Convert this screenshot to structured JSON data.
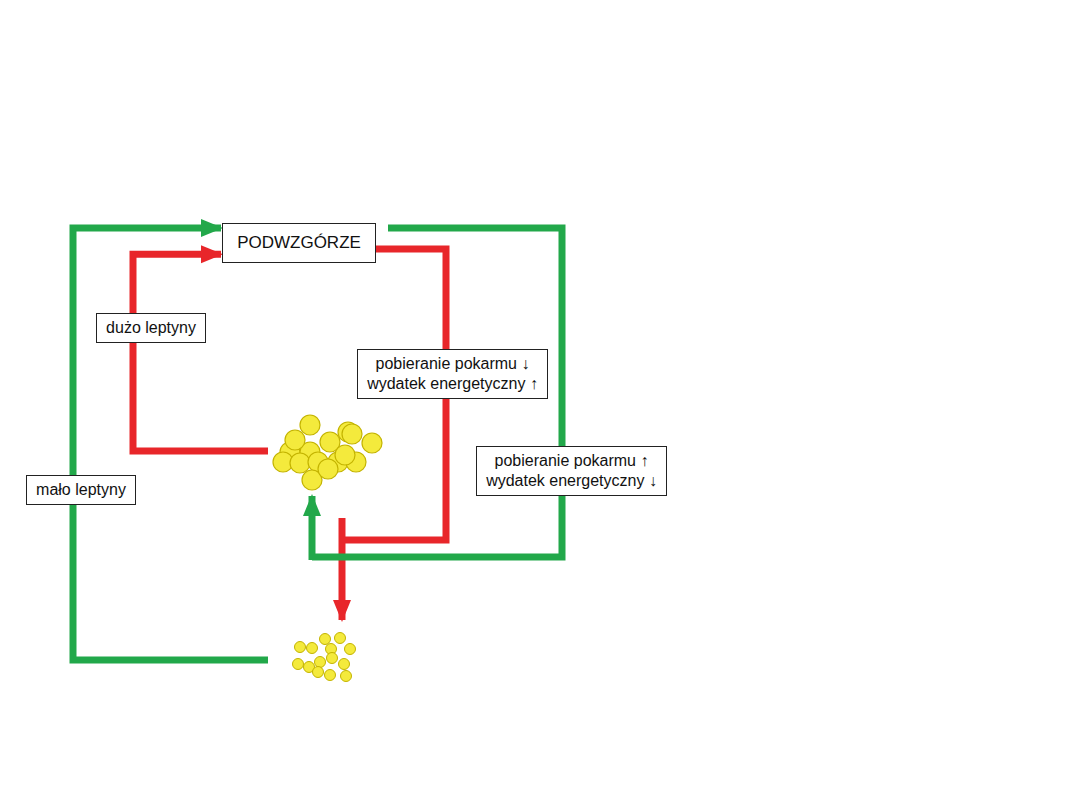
{
  "diagram": {
    "nodes": [
      {
        "text": [
          "PODWZGÓRZE"
        ]
      },
      {
        "text": [
          "dużo leptyny"
        ]
      },
      {
        "text": [
          "pobieranie pokarmu ↓",
          "wydatek energetyczny ↑"
        ]
      },
      {
        "text": [
          "mało leptyny"
        ]
      },
      {
        "text": [
          "pobieranie pokarmu ↑",
          "wydatek energetyczny ↓"
        ]
      }
    ],
    "edges": [
      {
        "from": 1,
        "to": 0,
        "arrow": "to"
      },
      {
        "from": 3,
        "to": 0,
        "arrow": "to"
      },
      {
        "from": 0,
        "to": 2,
        "arrow": "none"
      },
      {
        "from": 0,
        "to": 4,
        "arrow": "none"
      }
    ]
  }
}
